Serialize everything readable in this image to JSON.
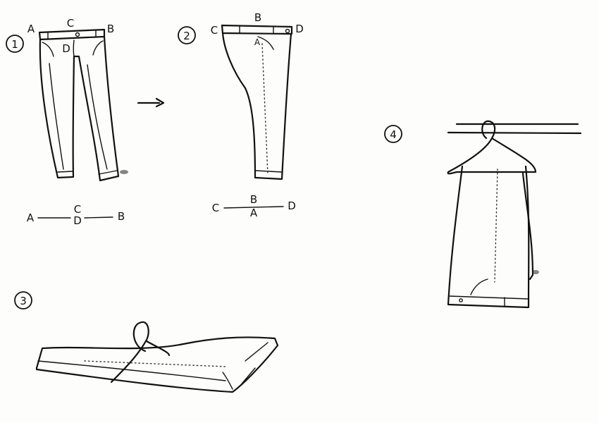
{
  "steps": [
    {
      "number": "1",
      "top_labels": [
        "A",
        "C",
        "B",
        "D"
      ],
      "bottom_labels": [
        "A",
        "C",
        "D",
        "B"
      ]
    },
    {
      "number": "2",
      "top_labels": [
        "B",
        "C",
        "D",
        "A"
      ],
      "bottom_labels": [
        "C",
        "B",
        "A",
        "D"
      ]
    },
    {
      "number": "3"
    },
    {
      "number": "4"
    }
  ]
}
